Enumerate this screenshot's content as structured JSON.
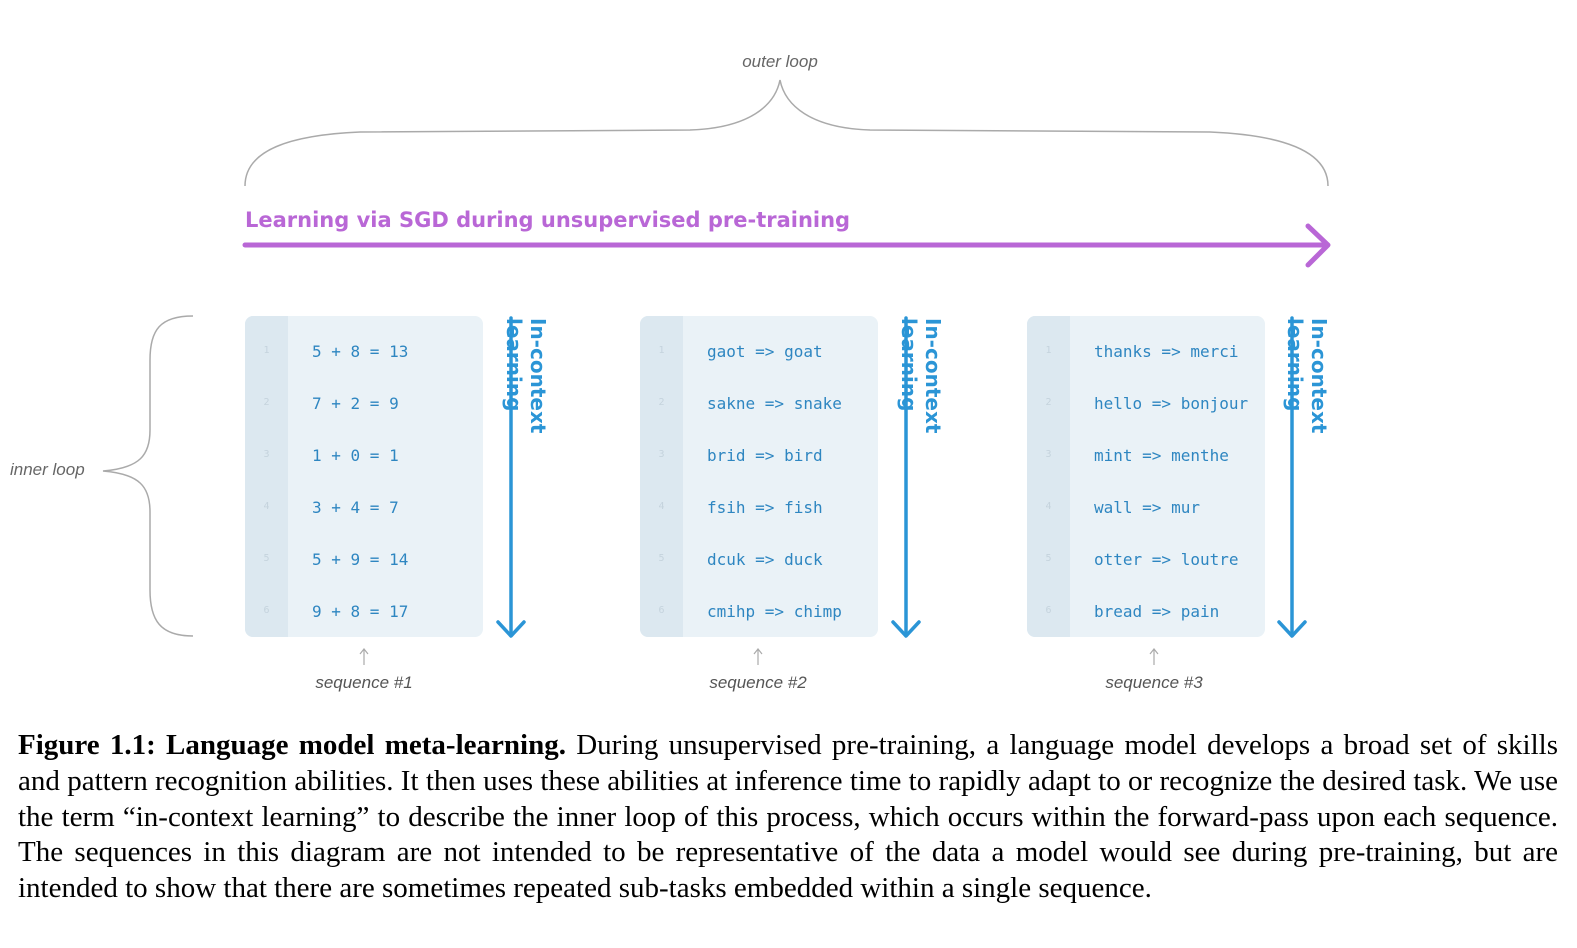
{
  "outer_loop_label": "outer loop",
  "inner_loop_label": "inner loop",
  "sgd_label": "Learning via SGD during unsupervised pre-training",
  "in_context_label": "In-context learning",
  "colors": {
    "sgd": "#b967d6",
    "in_context": "#2b95d6",
    "code_text": "#2e86c1",
    "card_bg": "#eaf2f7",
    "gutter_bg": "#dce8f0",
    "brace": "#aaaaaa"
  },
  "sequences": [
    {
      "label": "sequence #1",
      "lines": [
        {
          "n": "1",
          "text": "5 + 8 = 13"
        },
        {
          "n": "2",
          "text": "7 + 2 = 9"
        },
        {
          "n": "3",
          "text": "1 + 0 = 1"
        },
        {
          "n": "4",
          "text": "3 + 4 = 7"
        },
        {
          "n": "5",
          "text": "5 + 9 = 14"
        },
        {
          "n": "6",
          "text": "9 + 8 = 17"
        }
      ]
    },
    {
      "label": "sequence #2",
      "lines": [
        {
          "n": "1",
          "text": "gaot => goat"
        },
        {
          "n": "2",
          "text": "sakne => snake"
        },
        {
          "n": "3",
          "text": "brid => bird"
        },
        {
          "n": "4",
          "text": "fsih => fish"
        },
        {
          "n": "5",
          "text": "dcuk => duck"
        },
        {
          "n": "6",
          "text": "cmihp => chimp"
        }
      ]
    },
    {
      "label": "sequence #3",
      "lines": [
        {
          "n": "1",
          "text": "thanks => merci"
        },
        {
          "n": "2",
          "text": "hello => bonjour"
        },
        {
          "n": "3",
          "text": "mint => menthe"
        },
        {
          "n": "4",
          "text": "wall => mur"
        },
        {
          "n": "5",
          "text": "otter => loutre"
        },
        {
          "n": "6",
          "text": "bread => pain"
        }
      ]
    }
  ],
  "caption": {
    "title": "Figure 1.1: Language model meta-learning.",
    "body": "During unsupervised pre-training, a language model develops a broad set of skills and pattern recognition abilities. It then uses these abilities at inference time to rapidly adapt to or recognize the desired task. We use the term “in-context learning” to describe the inner loop of this process, which occurs within the forward-pass upon each sequence. The sequences in this diagram are not intended to be representative of the data a model would see during pre-training, but are intended to show that there are sometimes repeated sub-tasks embedded within a single sequence."
  }
}
